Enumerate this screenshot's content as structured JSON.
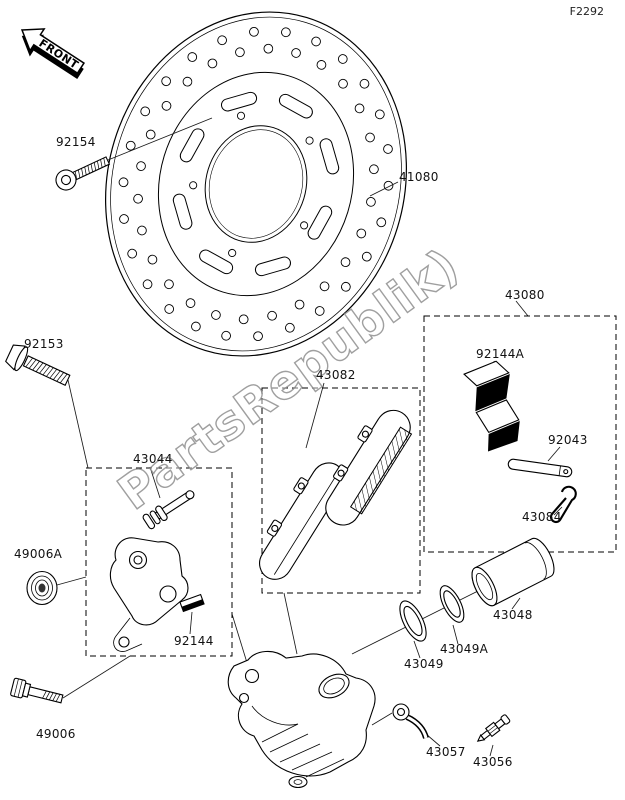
{
  "page": {
    "code": "F2292",
    "watermark": "PartsRepublik)"
  },
  "front_arrow": {
    "label": "FRONT"
  },
  "parts": {
    "disc_bolt": "92154",
    "disc": "41080",
    "mount_bolt": "92153",
    "bracket": "43044",
    "pin_boot": "49006A",
    "slide_pin": "49006",
    "pad_clip": "92144",
    "pads": "43082",
    "caliper_assembly": "43080",
    "pad_spring": "92144A",
    "pad_pin": "92043",
    "pin_clip": "43084",
    "piston": "43048",
    "dust_seal": "43049A",
    "piston_seal": "43049",
    "hose_grommet": "43057",
    "bleeder_valve": "43056"
  }
}
